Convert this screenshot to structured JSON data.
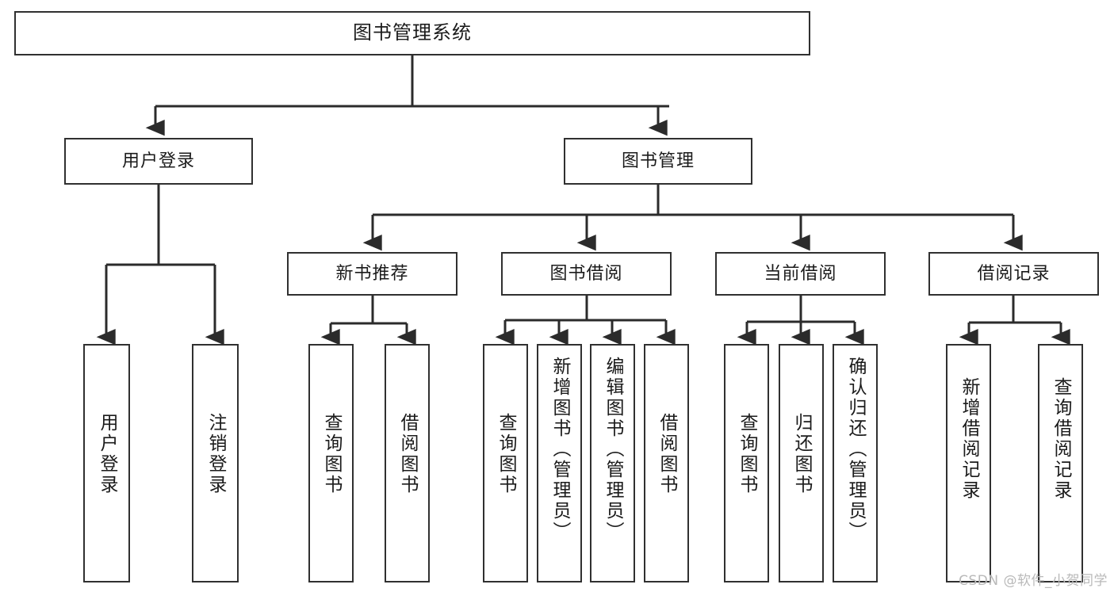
{
  "diagram": {
    "title": "图书管理系统",
    "type": "tree-hierarchy",
    "root": {
      "label": "图书管理系统"
    },
    "level1": [
      {
        "key": "user-login",
        "label": "用户登录"
      },
      {
        "key": "book-management",
        "label": "图书管理"
      }
    ],
    "level2": [
      {
        "key": "new-book-recommend",
        "label": "新书推荐",
        "parent": "book-management"
      },
      {
        "key": "book-borrow",
        "label": "图书借阅",
        "parent": "book-management"
      },
      {
        "key": "current-borrow",
        "label": "当前借阅",
        "parent": "book-management"
      },
      {
        "key": "borrow-record",
        "label": "借阅记录",
        "parent": "book-management"
      }
    ],
    "leaves": [
      {
        "key": "leaf-user-login",
        "label": "用户登录",
        "parent": "user-login"
      },
      {
        "key": "leaf-logout-login",
        "label": "注销登录",
        "parent": "user-login"
      },
      {
        "key": "leaf-query-book-1",
        "label": "查询图书",
        "parent": "new-book-recommend"
      },
      {
        "key": "leaf-borrow-book-1",
        "label": "借阅图书",
        "parent": "new-book-recommend"
      },
      {
        "key": "leaf-query-book-2",
        "label": "查询图书",
        "parent": "book-borrow"
      },
      {
        "key": "leaf-add-book",
        "label": "新增图书（管理员）",
        "parent": "book-borrow"
      },
      {
        "key": "leaf-edit-book",
        "label": "编辑图书（管理员）",
        "parent": "book-borrow"
      },
      {
        "key": "leaf-borrow-book-2",
        "label": "借阅图书",
        "parent": "book-borrow"
      },
      {
        "key": "leaf-query-book-3",
        "label": "查询图书",
        "parent": "current-borrow"
      },
      {
        "key": "leaf-return-book",
        "label": "归还图书",
        "parent": "current-borrow"
      },
      {
        "key": "leaf-confirm-return",
        "label": "确认归还（管理员）",
        "parent": "current-borrow"
      },
      {
        "key": "leaf-add-record",
        "label": "新增借阅记录",
        "parent": "borrow-record"
      },
      {
        "key": "leaf-query-record",
        "label": "查询借阅记录",
        "parent": "borrow-record"
      }
    ],
    "watermark": "CSDN @软件_小贺同学",
    "colors": {
      "background": "#ffffff",
      "node_border": "#303030",
      "node_fill": "#ffffff",
      "connector": "#2b2b2b",
      "text": "#1b1b1b",
      "watermark": "#b9b9b9"
    }
  }
}
